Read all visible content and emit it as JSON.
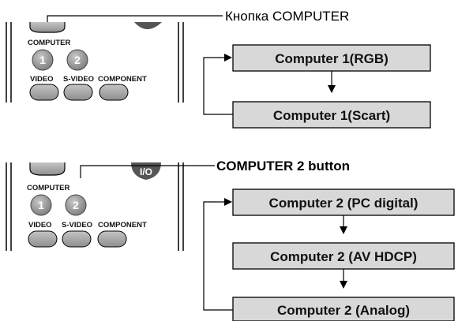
{
  "panel1": {
    "callout": "Кнопка COMPUTER",
    "remote": {
      "computer_label": "COMPUTER",
      "btn1": "1",
      "btn2": "2",
      "video": "VIDEO",
      "svideo": "S-VIDEO",
      "component": "COMPONENT"
    },
    "boxes": [
      "Computer 1(RGB)",
      "Computer 1(Scart)"
    ]
  },
  "panel2": {
    "callout": "COMPUTER 2 button",
    "remote": {
      "computer_label": "COMPUTER",
      "btn1": "1",
      "btn2": "2",
      "video": "VIDEO",
      "svideo": "S-VIDEO",
      "component": "COMPONENT",
      "top_badge": "I/O"
    },
    "boxes": [
      "Computer 2 (PC digital)",
      "Computer 2 (AV HDCP)",
      "Computer 2 (Analog)"
    ]
  },
  "colors": {
    "box_fill": "#d8d8d8",
    "button_fill": "#aaaaaa",
    "round_button_fill": "#9a9a9a",
    "badge_fill": "#555555",
    "stroke": "#000000"
  }
}
